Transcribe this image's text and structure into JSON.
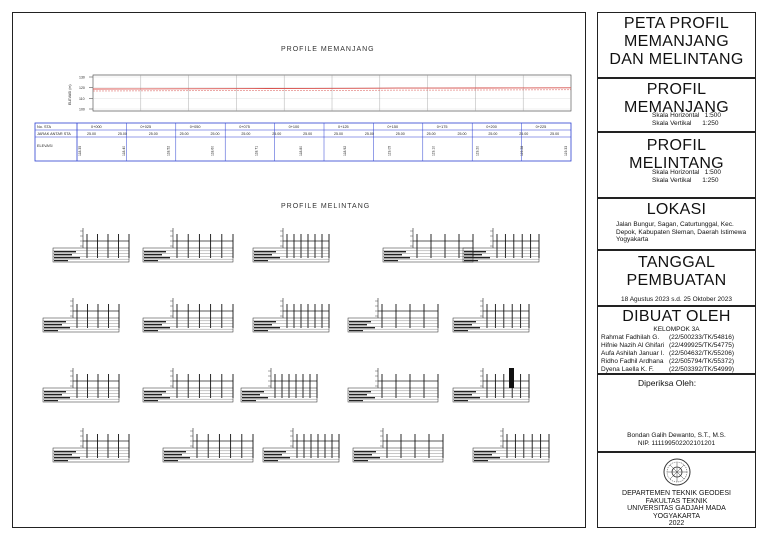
{
  "sheet": {
    "long_title": "PROFILE MEMANJANG",
    "cross_title": "PROFILE MELINTANG",
    "long_axis_label": "ELEVASI (m)",
    "long_ticks": [
      "130",
      "120",
      "110",
      "100"
    ],
    "table_row_labels": [
      "No. STA",
      "JARAK ANTAR STA",
      "ELEVASI"
    ],
    "sta_numbers": [
      "0+000",
      "0+025",
      "0+050",
      "0+075",
      "0+100",
      "0+125",
      "0+150",
      "0+175",
      "0+200",
      "0+225"
    ],
    "distances": [
      "25.00",
      "25.00",
      "25.00",
      "25.00",
      "25.00",
      "25.00",
      "25.00",
      "25.00",
      "25.00",
      "25.00",
      "25.00",
      "25.00",
      "25.00",
      "25.00",
      "25.00",
      "25.00"
    ],
    "elevations": [
      "118.35",
      "118.40",
      "118.52",
      "118.60",
      "118.71",
      "118.80",
      "118.92",
      "119.05",
      "119.10",
      "119.20",
      "119.28",
      "119.33"
    ]
  },
  "title_block": {
    "main_title": [
      "PETA PROFIL",
      "MEMANJANG",
      "DAN MELINTANG"
    ],
    "profil_memanjang": {
      "title": [
        "PROFIL",
        "MEMANJANG"
      ],
      "skala_horizontal_label": "Skala Horizontal",
      "skala_horizontal": "1:500",
      "skala_vertikal_label": "Skala Vertikal",
      "skala_vertikal": "1:250"
    },
    "profil_melintang": {
      "title": [
        "PROFIL",
        "MELINTANG"
      ],
      "skala_horizontal_label": "Skala Horizontal",
      "skala_horizontal": "1:500",
      "skala_vertikal_label": "Skala Vertikal",
      "skala_vertikal": "1:250"
    },
    "lokasi": {
      "title": "LOKASI",
      "text": "Jalan Bungur, Sagan, Caturtunggal, Kec. Depok, Kabupaten Sleman, Daerah Istimewa Yogyakarta"
    },
    "tanggal": {
      "title": [
        "TANGGAL",
        "PEMBUATAN"
      ],
      "text": "18 Agustus 2023 s.d. 25 Oktober 2023"
    },
    "dibuat_oleh": {
      "title": "DIBUAT OLEH",
      "group": "KELOMPOK 3A",
      "members": [
        {
          "name": "Rahmat Fadhilah G.",
          "nim": "(22/500233/TK/54816)"
        },
        {
          "name": "Hifnie Nazih Al Ghifari",
          "nim": "(22/499925/TK/54775)"
        },
        {
          "name": "Aufa Ashilah Januar I.",
          "nim": "(22/504632/TK/55206)"
        },
        {
          "name": "Ridho Fadhil Ardhana",
          "nim": "(22/505794/TK/55372)"
        },
        {
          "name": "Dyena Laella K. F.",
          "nim": "(22/503392/TK/54999)"
        }
      ]
    },
    "diperiksa": {
      "title": "Diperiksa Oleh:",
      "name": "Bondan Galih Dewanto, S.T., M.S.",
      "nip": "NIP. 111199502202101201"
    },
    "institusi": {
      "lines": [
        "DEPARTEMEN TEKNIK GEODESI",
        "FAKULTAS TEKNIK",
        "UNIVERSITAS GADJAH MADA",
        "YOGYAKARTA",
        "2022"
      ]
    }
  },
  "colors": {
    "profile_line": "#d9534f",
    "table_border": "#2b3fd1",
    "ink": "#222222"
  }
}
